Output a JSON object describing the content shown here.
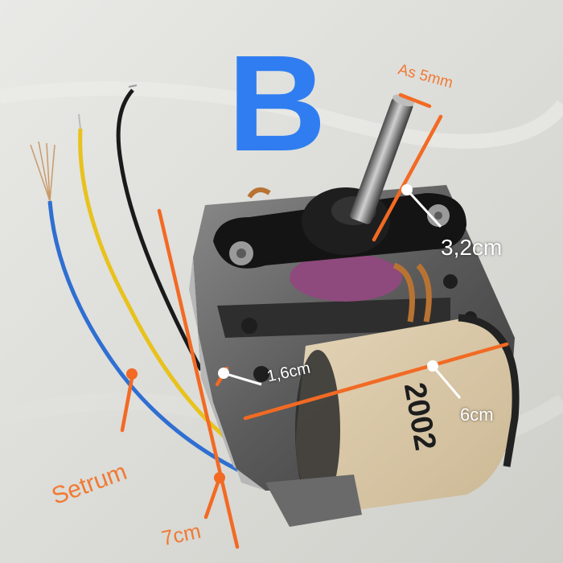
{
  "photo": {
    "big_letter": "B",
    "coil_marking": "2002"
  },
  "annotations": {
    "shaft": "As 5mm",
    "bracket": "3,2cm",
    "thickness": "1,6cm",
    "coil_length": "6cm",
    "wire": "Setrum",
    "height": "7cm"
  },
  "colors": {
    "measure_line": "#f26a24",
    "letter": "#2f7df0",
    "wire_blue": "#2f6fd1",
    "wire_yellow": "#e8c21d",
    "wire_black": "#1a1a1a"
  }
}
